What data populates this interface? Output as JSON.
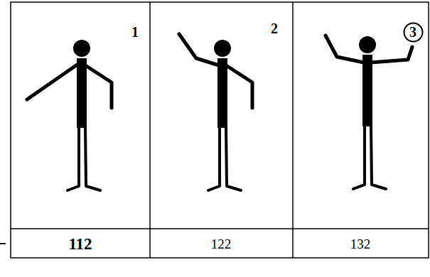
{
  "diagram": {
    "nodes": [
      {
        "text": [
          "3"
        ]
      }
    ],
    "labels": [
      "1",
      "2",
      "112",
      "122",
      "132"
    ]
  }
}
